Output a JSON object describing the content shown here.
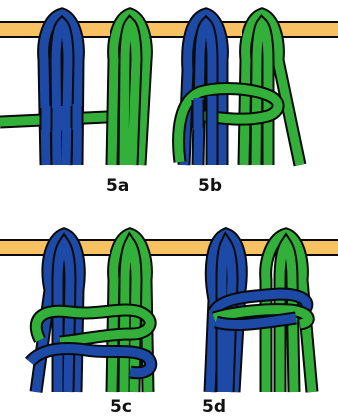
{
  "colors": {
    "dowel": "#f8c263",
    "dowel_edge": "#c58a22",
    "blue_cord": "#1d4aa6",
    "green_cord": "#32b03a",
    "outline": "#0a0a0a",
    "caption": "#111111"
  },
  "panels": [
    {
      "id": "panel-5a",
      "label": "5a"
    },
    {
      "id": "panel-5b",
      "label": "5b"
    },
    {
      "id": "panel-5c",
      "label": "5c"
    },
    {
      "id": "panel-5d",
      "label": "5d"
    }
  ]
}
